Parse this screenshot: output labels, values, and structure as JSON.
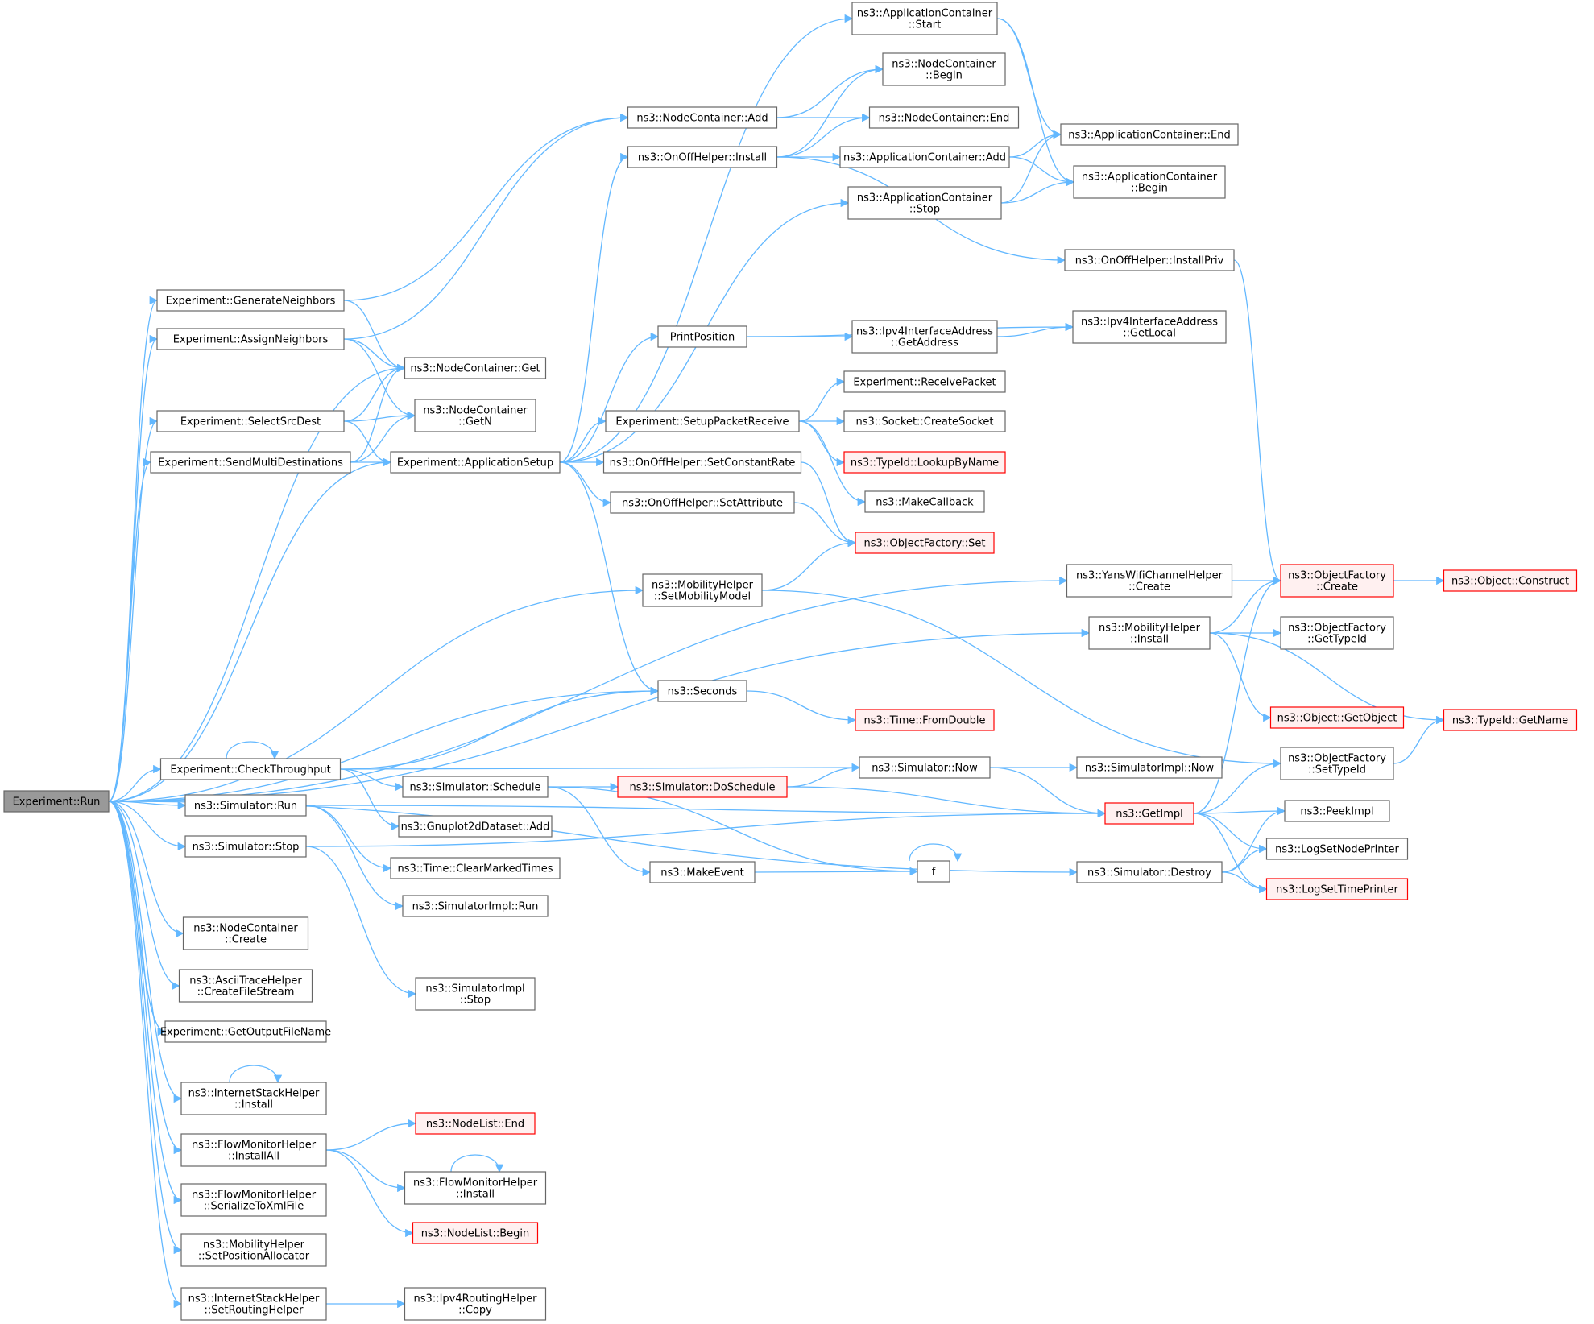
{
  "graph_title": "",
  "edge_color": "#63b8ff",
  "node_border": "#666666",
  "highlight_border": "#ff0000",
  "root_fill": "#999999",
  "nodes": [
    {
      "id": "run",
      "lines": [
        "Experiment::Run"
      ],
      "style": "root"
    },
    {
      "id": "gen",
      "lines": [
        "Experiment::GenerateNeighbors"
      ]
    },
    {
      "id": "assign",
      "lines": [
        "Experiment::AssignNeighbors"
      ]
    },
    {
      "id": "select",
      "lines": [
        "Experiment::SelectSrcDest"
      ]
    },
    {
      "id": "sendmulti",
      "lines": [
        "Experiment::SendMultiDestinations"
      ]
    },
    {
      "id": "check",
      "lines": [
        "Experiment::CheckThroughput"
      ]
    },
    {
      "id": "simrun",
      "lines": [
        "ns3::Simulator::Run"
      ]
    },
    {
      "id": "simstop",
      "lines": [
        "ns3::Simulator::Stop"
      ]
    },
    {
      "id": "nccreate",
      "lines": [
        "ns3::NodeContainer",
        "::Create"
      ]
    },
    {
      "id": "ascii",
      "lines": [
        "ns3::AsciiTraceHelper",
        "::CreateFileStream"
      ]
    },
    {
      "id": "outfile",
      "lines": [
        "Experiment::GetOutputFileName"
      ]
    },
    {
      "id": "inetinstall",
      "lines": [
        "ns3::InternetStackHelper",
        "::Install"
      ]
    },
    {
      "id": "fminstallall",
      "lines": [
        "ns3::FlowMonitorHelper",
        "::InstallAll"
      ]
    },
    {
      "id": "fmserial",
      "lines": [
        "ns3::FlowMonitorHelper",
        "::SerializeToXmlFile"
      ]
    },
    {
      "id": "mhsetpos",
      "lines": [
        "ns3::MobilityHelper",
        "::SetPositionAllocator"
      ]
    },
    {
      "id": "inetrouting",
      "lines": [
        "ns3::InternetStackHelper",
        "::SetRoutingHelper"
      ]
    },
    {
      "id": "ncget",
      "lines": [
        "ns3::NodeContainer::Get"
      ]
    },
    {
      "id": "ncgetn",
      "lines": [
        "ns3::NodeContainer",
        "::GetN"
      ]
    },
    {
      "id": "appsetup",
      "lines": [
        "Experiment::ApplicationSetup"
      ]
    },
    {
      "id": "seconds",
      "lines": [
        "ns3::Seconds"
      ]
    },
    {
      "id": "simschedule",
      "lines": [
        "ns3::Simulator::Schedule"
      ]
    },
    {
      "id": "gnuadd",
      "lines": [
        "ns3::Gnuplot2dDataset::Add"
      ]
    },
    {
      "id": "clearmarked",
      "lines": [
        "ns3::Time::ClearMarkedTimes"
      ]
    },
    {
      "id": "implrun",
      "lines": [
        "ns3::SimulatorImpl::Run"
      ]
    },
    {
      "id": "implstop",
      "lines": [
        "ns3::SimulatorImpl",
        "::Stop"
      ]
    },
    {
      "id": "nlend",
      "lines": [
        "ns3::NodeList::End"
      ],
      "style": "red"
    },
    {
      "id": "fminstall",
      "lines": [
        "ns3::FlowMonitorHelper",
        "::Install"
      ]
    },
    {
      "id": "nlbegin",
      "lines": [
        "ns3::NodeList::Begin"
      ],
      "style": "red"
    },
    {
      "id": "ipv4copy",
      "lines": [
        "ns3::Ipv4RoutingHelper",
        "::Copy"
      ]
    },
    {
      "id": "ncadd",
      "lines": [
        "ns3::NodeContainer::Add"
      ]
    },
    {
      "id": "oninstall",
      "lines": [
        "ns3::OnOffHelper::Install"
      ]
    },
    {
      "id": "printpos",
      "lines": [
        "PrintPosition"
      ]
    },
    {
      "id": "setuprecv",
      "lines": [
        "Experiment::SetupPacketReceive"
      ]
    },
    {
      "id": "setconst",
      "lines": [
        "ns3::OnOffHelper::SetConstantRate"
      ]
    },
    {
      "id": "setattr",
      "lines": [
        "ns3::OnOffHelper::SetAttribute"
      ]
    },
    {
      "id": "mhsetmob",
      "lines": [
        "ns3::MobilityHelper",
        "::SetMobilityModel"
      ]
    },
    {
      "id": "doschedule",
      "lines": [
        "ns3::Simulator::DoSchedule"
      ],
      "style": "red"
    },
    {
      "id": "makeevent",
      "lines": [
        "ns3::MakeEvent"
      ]
    },
    {
      "id": "acstart",
      "lines": [
        "ns3::ApplicationContainer",
        "::Start"
      ]
    },
    {
      "id": "ncbegin",
      "lines": [
        "ns3::NodeContainer",
        "::Begin"
      ]
    },
    {
      "id": "ncend",
      "lines": [
        "ns3::NodeContainer::End"
      ]
    },
    {
      "id": "acadd",
      "lines": [
        "ns3::ApplicationContainer::Add"
      ]
    },
    {
      "id": "acstop",
      "lines": [
        "ns3::ApplicationContainer",
        "::Stop"
      ]
    },
    {
      "id": "ipv4getaddr",
      "lines": [
        "ns3::Ipv4InterfaceAddress",
        "::GetAddress"
      ]
    },
    {
      "id": "recvpkt",
      "lines": [
        "Experiment::ReceivePacket"
      ]
    },
    {
      "id": "createsock",
      "lines": [
        "ns3::Socket::CreateSocket"
      ]
    },
    {
      "id": "lookup",
      "lines": [
        "ns3::TypeId::LookupByName"
      ],
      "style": "red"
    },
    {
      "id": "makecb",
      "lines": [
        "ns3::MakeCallback"
      ]
    },
    {
      "id": "ofset",
      "lines": [
        "ns3::ObjectFactory::Set"
      ],
      "style": "red"
    },
    {
      "id": "fromdouble",
      "lines": [
        "ns3::Time::FromDouble"
      ],
      "style": "red"
    },
    {
      "id": "simnow",
      "lines": [
        "ns3::Simulator::Now"
      ]
    },
    {
      "id": "f",
      "lines": [
        "f"
      ]
    },
    {
      "id": "acend",
      "lines": [
        "ns3::ApplicationContainer::End"
      ]
    },
    {
      "id": "acbegin",
      "lines": [
        "ns3::ApplicationContainer",
        "::Begin"
      ]
    },
    {
      "id": "installpriv",
      "lines": [
        "ns3::OnOffHelper::InstallPriv"
      ]
    },
    {
      "id": "getlocal",
      "lines": [
        "ns3::Ipv4InterfaceAddress",
        "::GetLocal"
      ]
    },
    {
      "id": "yanscreate",
      "lines": [
        "ns3::YansWifiChannelHelper",
        "::Create"
      ]
    },
    {
      "id": "mhinstall",
      "lines": [
        "ns3::MobilityHelper",
        "::Install"
      ]
    },
    {
      "id": "implnow",
      "lines": [
        "ns3::SimulatorImpl::Now"
      ]
    },
    {
      "id": "getimpl",
      "lines": [
        "ns3::GetImpl"
      ],
      "style": "red"
    },
    {
      "id": "simdestroy",
      "lines": [
        "ns3::Simulator::Destroy"
      ]
    },
    {
      "id": "ofcreate",
      "lines": [
        "ns3::ObjectFactory",
        "::Create"
      ],
      "style": "red"
    },
    {
      "id": "ofgettypeid",
      "lines": [
        "ns3::ObjectFactory",
        "::GetTypeId"
      ]
    },
    {
      "id": "getobject",
      "lines": [
        "ns3::Object::GetObject"
      ],
      "style": "red"
    },
    {
      "id": "ofsettypeid",
      "lines": [
        "ns3::ObjectFactory",
        "::SetTypeId"
      ]
    },
    {
      "id": "peekimpl",
      "lines": [
        "ns3::PeekImpl"
      ]
    },
    {
      "id": "lognode",
      "lines": [
        "ns3::LogSetNodePrinter"
      ]
    },
    {
      "id": "logtime",
      "lines": [
        "ns3::LogSetTimePrinter"
      ],
      "style": "red"
    },
    {
      "id": "construct",
      "lines": [
        "ns3::Object::Construct"
      ],
      "style": "red"
    },
    {
      "id": "getname",
      "lines": [
        "ns3::TypeId::GetName"
      ],
      "style": "red"
    }
  ],
  "edges": [
    [
      "run",
      "gen"
    ],
    [
      "run",
      "assign"
    ],
    [
      "run",
      "ncget"
    ],
    [
      "run",
      "select"
    ],
    [
      "run",
      "sendmulti"
    ],
    [
      "run",
      "appsetup"
    ],
    [
      "run",
      "yanscreate"
    ],
    [
      "run",
      "mhsetmob"
    ],
    [
      "run",
      "mhinstall"
    ],
    [
      "run",
      "seconds"
    ],
    [
      "run",
      "check"
    ],
    [
      "run",
      "simrun"
    ],
    [
      "run",
      "simstop"
    ],
    [
      "run",
      "simdestroy"
    ],
    [
      "run",
      "nccreate"
    ],
    [
      "run",
      "ascii"
    ],
    [
      "run",
      "outfile"
    ],
    [
      "run",
      "inetinstall"
    ],
    [
      "run",
      "fminstallall"
    ],
    [
      "run",
      "fmserial"
    ],
    [
      "run",
      "mhsetpos"
    ],
    [
      "run",
      "inetrouting"
    ],
    [
      "gen",
      "ncadd"
    ],
    [
      "gen",
      "ncget"
    ],
    [
      "assign",
      "ncadd"
    ],
    [
      "assign",
      "ncget"
    ],
    [
      "assign",
      "ncgetn"
    ],
    [
      "select",
      "ncget"
    ],
    [
      "select",
      "ncgetn"
    ],
    [
      "select",
      "appsetup"
    ],
    [
      "sendmulti",
      "ncget"
    ],
    [
      "sendmulti",
      "ncgetn"
    ],
    [
      "sendmulti",
      "appsetup"
    ],
    [
      "appsetup",
      "acstart"
    ],
    [
      "appsetup",
      "oninstall"
    ],
    [
      "appsetup",
      "acstop"
    ],
    [
      "appsetup",
      "printpos"
    ],
    [
      "appsetup",
      "setuprecv"
    ],
    [
      "appsetup",
      "setconst"
    ],
    [
      "appsetup",
      "setattr"
    ],
    [
      "appsetup",
      "seconds"
    ],
    [
      "ncadd",
      "ncbegin"
    ],
    [
      "ncadd",
      "ncend"
    ],
    [
      "oninstall",
      "ncbegin"
    ],
    [
      "oninstall",
      "ncend"
    ],
    [
      "oninstall",
      "acadd"
    ],
    [
      "oninstall",
      "installpriv"
    ],
    [
      "acstart",
      "acend"
    ],
    [
      "acstart",
      "acbegin"
    ],
    [
      "acadd",
      "acend"
    ],
    [
      "acadd",
      "acbegin"
    ],
    [
      "acstop",
      "acend"
    ],
    [
      "acstop",
      "acbegin"
    ],
    [
      "installpriv",
      "ofcreate"
    ],
    [
      "printpos",
      "ipv4getaddr"
    ],
    [
      "printpos",
      "getlocal"
    ],
    [
      "ipv4getaddr",
      "getlocal"
    ],
    [
      "setuprecv",
      "recvpkt"
    ],
    [
      "setuprecv",
      "createsock"
    ],
    [
      "setuprecv",
      "lookup"
    ],
    [
      "setuprecv",
      "makecb"
    ],
    [
      "setconst",
      "ofset"
    ],
    [
      "setattr",
      "ofset"
    ],
    [
      "mhsetmob",
      "ofset"
    ],
    [
      "mhsetmob",
      "ofsettypeid"
    ],
    [
      "yanscreate",
      "ofcreate"
    ],
    [
      "ofcreate",
      "construct"
    ],
    [
      "mhinstall",
      "ofcreate"
    ],
    [
      "mhinstall",
      "ofgettypeid"
    ],
    [
      "mhinstall",
      "getobject"
    ],
    [
      "mhinstall",
      "getname"
    ],
    [
      "seconds",
      "fromdouble"
    ],
    [
      "check",
      "check"
    ],
    [
      "check",
      "seconds"
    ],
    [
      "check",
      "simnow"
    ],
    [
      "check",
      "simschedule"
    ],
    [
      "check",
      "gnuadd"
    ],
    [
      "simschedule",
      "doschedule"
    ],
    [
      "simschedule",
      "makeevent"
    ],
    [
      "simschedule",
      "f"
    ],
    [
      "doschedule",
      "simnow"
    ],
    [
      "doschedule",
      "getimpl"
    ],
    [
      "makeevent",
      "f"
    ],
    [
      "f",
      "f"
    ],
    [
      "simnow",
      "implnow"
    ],
    [
      "simnow",
      "getimpl"
    ],
    [
      "getimpl",
      "ofcreate"
    ],
    [
      "getimpl",
      "ofsettypeid"
    ],
    [
      "getimpl",
      "peekimpl"
    ],
    [
      "getimpl",
      "lognode"
    ],
    [
      "getimpl",
      "logtime"
    ],
    [
      "ofsettypeid",
      "getname"
    ],
    [
      "simrun",
      "clearmarked"
    ],
    [
      "simrun",
      "implrun"
    ],
    [
      "simrun",
      "getimpl"
    ],
    [
      "simstop",
      "implstop"
    ],
    [
      "simstop",
      "getimpl"
    ],
    [
      "simdestroy",
      "peekimpl"
    ],
    [
      "simdestroy",
      "lognode"
    ],
    [
      "simdestroy",
      "logtime"
    ],
    [
      "inetinstall",
      "inetinstall"
    ],
    [
      "fminstallall",
      "nlend"
    ],
    [
      "fminstallall",
      "fminstall"
    ],
    [
      "fminstallall",
      "nlbegin"
    ],
    [
      "fminstall",
      "fminstall"
    ],
    [
      "inetrouting",
      "ipv4copy"
    ]
  ]
}
